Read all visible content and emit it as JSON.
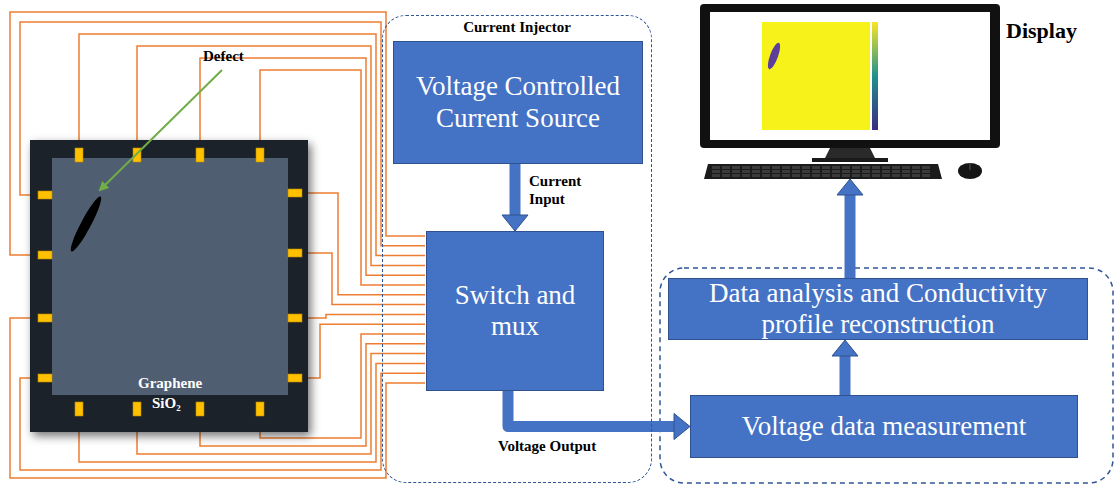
{
  "diagram": {
    "nodes": [
      {
        "text": [
          "Current Injector"
        ]
      },
      {
        "text": [
          "Voltage Controlled Current Source"
        ],
        "in": 0
      },
      {
        "text": [
          "Switch and mux"
        ],
        "in": 0
      },
      {
        "text": [
          "Data analysis and Conductivity profile reconstruction"
        ]
      },
      {
        "text": [
          "Voltage data measurement"
        ]
      },
      {
        "text": [
          "Display"
        ]
      }
    ],
    "edges": [
      {
        "from": 1,
        "to": 2,
        "arrow": "to",
        "label": "Current Input"
      },
      {
        "from": 2,
        "to": 4,
        "arrow": "to",
        "label": "Voltage Output"
      },
      {
        "from": 4,
        "to": 3,
        "arrow": "to"
      },
      {
        "from": 3,
        "to": 5,
        "arrow": "to"
      }
    ],
    "labels": [
      "Defect",
      "Graphene",
      "SiO₂"
    ]
  }
}
